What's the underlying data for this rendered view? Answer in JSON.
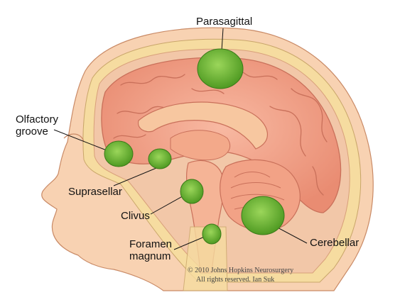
{
  "labels": {
    "parasagittal": "Parasagittal",
    "olfactory_line1": "Olfactory",
    "olfactory_line2": "groove",
    "suprasellar": "Suprasellar",
    "clivus": "Clivus",
    "foramen_line1": "Foramen",
    "foramen_line2": "magnum",
    "cerebellar": "Cerebellar"
  },
  "copyright": {
    "line1": "© 2010 Johns Hopkins Neurosurgery",
    "line2": "All rights reserved. Ian Suk"
  },
  "colors": {
    "tumor": "#7bc43c",
    "brain": "#f4a48c",
    "skin": "#f8d2b2",
    "bone": "#f6dca0",
    "background": "#ffffff"
  }
}
